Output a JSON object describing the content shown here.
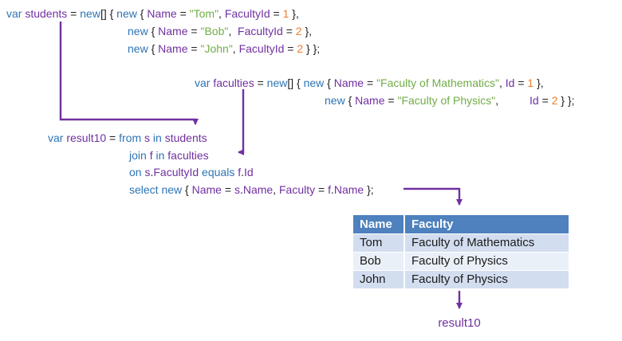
{
  "colors": {
    "keyword": "#2E74B5",
    "identifier": "#7030A0",
    "string": "#70AD47",
    "number": "#ED7D31",
    "plain": "#1F1F1F",
    "arrow": "#7030A0",
    "table_header_bg": "#4E81BD",
    "table_header_text": "#FFFFFF",
    "row_band_a": "#D2DEEF",
    "row_band_b": "#EAF0F8"
  },
  "code_lines": [
    {
      "name": "students-decl-line-1",
      "tokens": [
        [
          "k",
          "var "
        ],
        [
          "i",
          "students"
        ],
        [
          "p",
          " = "
        ],
        [
          "k",
          "new"
        ],
        [
          "p",
          "[] { "
        ],
        [
          "k",
          "new"
        ],
        [
          "p",
          " { "
        ],
        [
          "i",
          "Name"
        ],
        [
          "p",
          " = "
        ],
        [
          "s",
          "\"Tom\""
        ],
        [
          "p",
          ", "
        ],
        [
          "i",
          "FacultyId"
        ],
        [
          "p",
          " = "
        ],
        [
          "n",
          "1"
        ],
        [
          "p",
          " },"
        ]
      ]
    },
    {
      "name": "students-decl-line-2",
      "tokens": [
        [
          "k",
          "new"
        ],
        [
          "p",
          " { "
        ],
        [
          "i",
          "Name"
        ],
        [
          "p",
          " = "
        ],
        [
          "s",
          "\"Bob\""
        ],
        [
          "p",
          ",  "
        ],
        [
          "i",
          "FacultyId"
        ],
        [
          "p",
          " = "
        ],
        [
          "n",
          "2"
        ],
        [
          "p",
          " },"
        ]
      ]
    },
    {
      "name": "students-decl-line-3",
      "tokens": [
        [
          "k",
          "new"
        ],
        [
          "p",
          " { "
        ],
        [
          "i",
          "Name"
        ],
        [
          "p",
          " = "
        ],
        [
          "s",
          "\"John\""
        ],
        [
          "p",
          ", "
        ],
        [
          "i",
          "FacultyId"
        ],
        [
          "p",
          " = "
        ],
        [
          "n",
          "2"
        ],
        [
          "p",
          " } };"
        ]
      ]
    },
    {
      "name": "faculties-decl-line-1",
      "tokens": [
        [
          "k",
          "var "
        ],
        [
          "i",
          "faculties"
        ],
        [
          "p",
          " = "
        ],
        [
          "k",
          "new"
        ],
        [
          "p",
          "[] { "
        ],
        [
          "k",
          "new"
        ],
        [
          "p",
          " { "
        ],
        [
          "i",
          "Name"
        ],
        [
          "p",
          " = "
        ],
        [
          "s",
          "\"Faculty of Mathematics\""
        ],
        [
          "p",
          ", "
        ],
        [
          "i",
          "Id"
        ],
        [
          "p",
          " = "
        ],
        [
          "n",
          "1"
        ],
        [
          "p",
          " },"
        ]
      ]
    },
    {
      "name": "faculties-decl-line-2",
      "tokens": [
        [
          "k",
          "new"
        ],
        [
          "p",
          " { "
        ],
        [
          "i",
          "Name"
        ],
        [
          "p",
          " = "
        ],
        [
          "s",
          "\"Faculty of Physics\""
        ],
        [
          "p",
          ",          "
        ],
        [
          "i",
          "Id"
        ],
        [
          "p",
          " = "
        ],
        [
          "n",
          "2"
        ],
        [
          "p",
          " } };"
        ]
      ]
    },
    {
      "name": "query-from-line",
      "tokens": [
        [
          "k",
          "var "
        ],
        [
          "i",
          "result10"
        ],
        [
          "p",
          " = "
        ],
        [
          "k",
          "from "
        ],
        [
          "i",
          "s"
        ],
        [
          "k",
          " in "
        ],
        [
          "i",
          "students"
        ]
      ]
    },
    {
      "name": "query-join-line",
      "tokens": [
        [
          "k",
          "join "
        ],
        [
          "i",
          "f"
        ],
        [
          "k",
          " in "
        ],
        [
          "i",
          "faculties"
        ]
      ]
    },
    {
      "name": "query-on-line",
      "tokens": [
        [
          "k",
          "on "
        ],
        [
          "i",
          "s"
        ],
        [
          "p",
          "."
        ],
        [
          "i",
          "FacultyId"
        ],
        [
          "k",
          " equals "
        ],
        [
          "i",
          "f"
        ],
        [
          "p",
          "."
        ],
        [
          "i",
          "Id"
        ]
      ]
    },
    {
      "name": "query-select-line",
      "tokens": [
        [
          "k",
          "select new"
        ],
        [
          "p",
          " { "
        ],
        [
          "i",
          "Name"
        ],
        [
          "p",
          " = "
        ],
        [
          "i",
          "s"
        ],
        [
          "p",
          "."
        ],
        [
          "i",
          "Name"
        ],
        [
          "p",
          ", "
        ],
        [
          "i",
          "Faculty"
        ],
        [
          "p",
          " = "
        ],
        [
          "i",
          "f"
        ],
        [
          "p",
          "."
        ],
        [
          "i",
          "Name"
        ],
        [
          "p",
          " };"
        ]
      ]
    }
  ],
  "table": {
    "headers": [
      "Name",
      "Faculty"
    ],
    "rows": [
      [
        "Tom",
        "Faculty of Mathematics"
      ],
      [
        "Bob",
        "Faculty of Physics"
      ],
      [
        "John",
        "Faculty of Physics"
      ]
    ]
  },
  "result_label": "result10"
}
